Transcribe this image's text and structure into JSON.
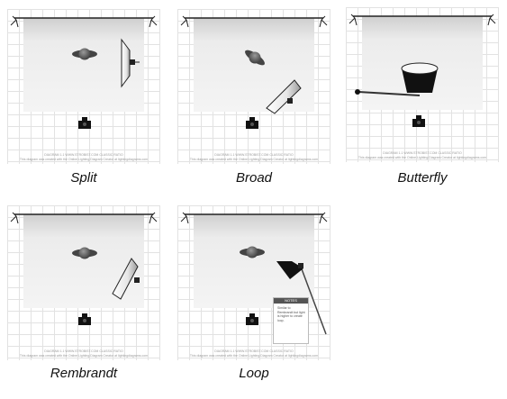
{
  "diagrams": [
    {
      "caption": "Split",
      "footer_line1": "DIAGRAM 1.1   WWW.STROBIST.COM   CLASSIC RATIO",
      "footer_line2": "This diagram was created with the Online Lighting Diagram Creator at lightingdiagrams.com"
    },
    {
      "caption": "Broad",
      "footer_line1": "DIAGRAM 1.1   WWW.STROBIST.COM   CLASSIC RATIO",
      "footer_line2": "This diagram was created with the Online Lighting Diagram Creator at lightingdiagrams.com"
    },
    {
      "caption": "Butterfly",
      "footer_line1": "DIAGRAM 1.1   WWW.STROBIST.COM   CLASSIC RATIO",
      "footer_line2": "This diagram was created with the Online Lighting Diagram Creator at lightingdiagrams.com"
    },
    {
      "caption": "Rembrandt",
      "footer_line1": "DIAGRAM 1.1   WWW.STROBIST.COM   CLASSIC RATIO",
      "footer_line2": "This diagram was created with the Online Lighting Diagram Creator at lightingdiagrams.com"
    },
    {
      "caption": "Loop",
      "footer_line1": "DIAGRAM 1.1   WWW.STROBIST.COM   CLASSIC RATIO",
      "footer_line2": "This diagram was created with the Online Lighting Diagram Creator at lightingdiagrams.com"
    }
  ],
  "loop_note": {
    "title": "NOTES",
    "body": "Similar to Rembrandt but light is higher to create loop."
  },
  "colors": {
    "backdrop": "#e8e8e8",
    "grid": "#e2e2e2",
    "equipment": "#1a1a1a"
  }
}
